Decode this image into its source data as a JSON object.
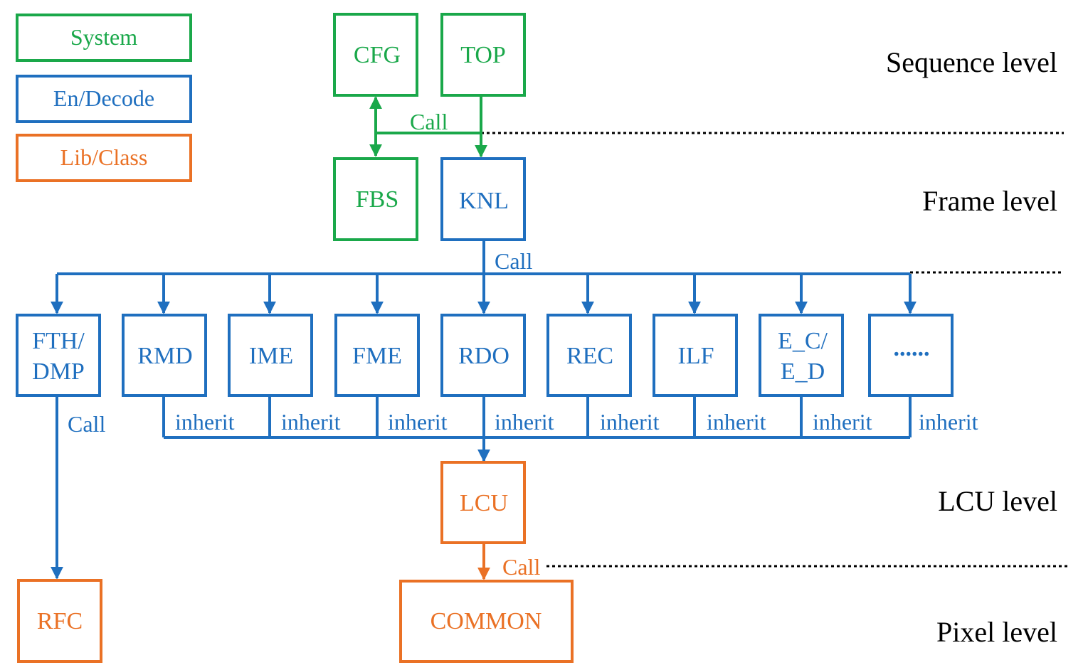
{
  "colors": {
    "system": "#1aa84a",
    "endecode": "#1f6fbf",
    "libclass": "#ea7125",
    "text": "#000000",
    "dotted": "#000000"
  },
  "legend": [
    {
      "id": "system",
      "label": "System",
      "category": "system"
    },
    {
      "id": "endecode",
      "label": "En/Decode",
      "category": "endecode"
    },
    {
      "id": "libclass",
      "label": "Lib/Class",
      "category": "libclass"
    }
  ],
  "levels": [
    {
      "id": "sequence",
      "label": "Sequence level"
    },
    {
      "id": "frame",
      "label": "Frame level"
    },
    {
      "id": "lcu",
      "label": "LCU level"
    },
    {
      "id": "pixel",
      "label": "Pixel level"
    }
  ],
  "modules": [
    {
      "id": "cfg",
      "lines": [
        "CFG"
      ],
      "category": "system"
    },
    {
      "id": "top",
      "lines": [
        "TOP"
      ],
      "category": "system"
    },
    {
      "id": "fbs",
      "lines": [
        "FBS"
      ],
      "category": "system"
    },
    {
      "id": "knl",
      "lines": [
        "KNL"
      ],
      "category": "endecode"
    },
    {
      "id": "fth",
      "lines": [
        "FTH/",
        "DMP"
      ],
      "category": "endecode"
    },
    {
      "id": "rmd",
      "lines": [
        "RMD"
      ],
      "category": "endecode"
    },
    {
      "id": "ime",
      "lines": [
        "IME"
      ],
      "category": "endecode"
    },
    {
      "id": "fme",
      "lines": [
        "FME"
      ],
      "category": "endecode"
    },
    {
      "id": "rdo",
      "lines": [
        "RDO"
      ],
      "category": "endecode"
    },
    {
      "id": "rec",
      "lines": [
        "REC"
      ],
      "category": "endecode"
    },
    {
      "id": "ilf",
      "lines": [
        "ILF"
      ],
      "category": "endecode"
    },
    {
      "id": "ec",
      "lines": [
        "E_C/",
        "E_D"
      ],
      "category": "endecode"
    },
    {
      "id": "more",
      "lines": [
        "......"
      ],
      "category": "endecode"
    },
    {
      "id": "lcu",
      "lines": [
        "LCU"
      ],
      "category": "libclass"
    },
    {
      "id": "rfc",
      "lines": [
        "RFC"
      ],
      "category": "libclass"
    },
    {
      "id": "common",
      "lines": [
        "COMMON"
      ],
      "category": "libclass"
    }
  ],
  "relations": {
    "call": "Call",
    "inherit": "inherit"
  }
}
